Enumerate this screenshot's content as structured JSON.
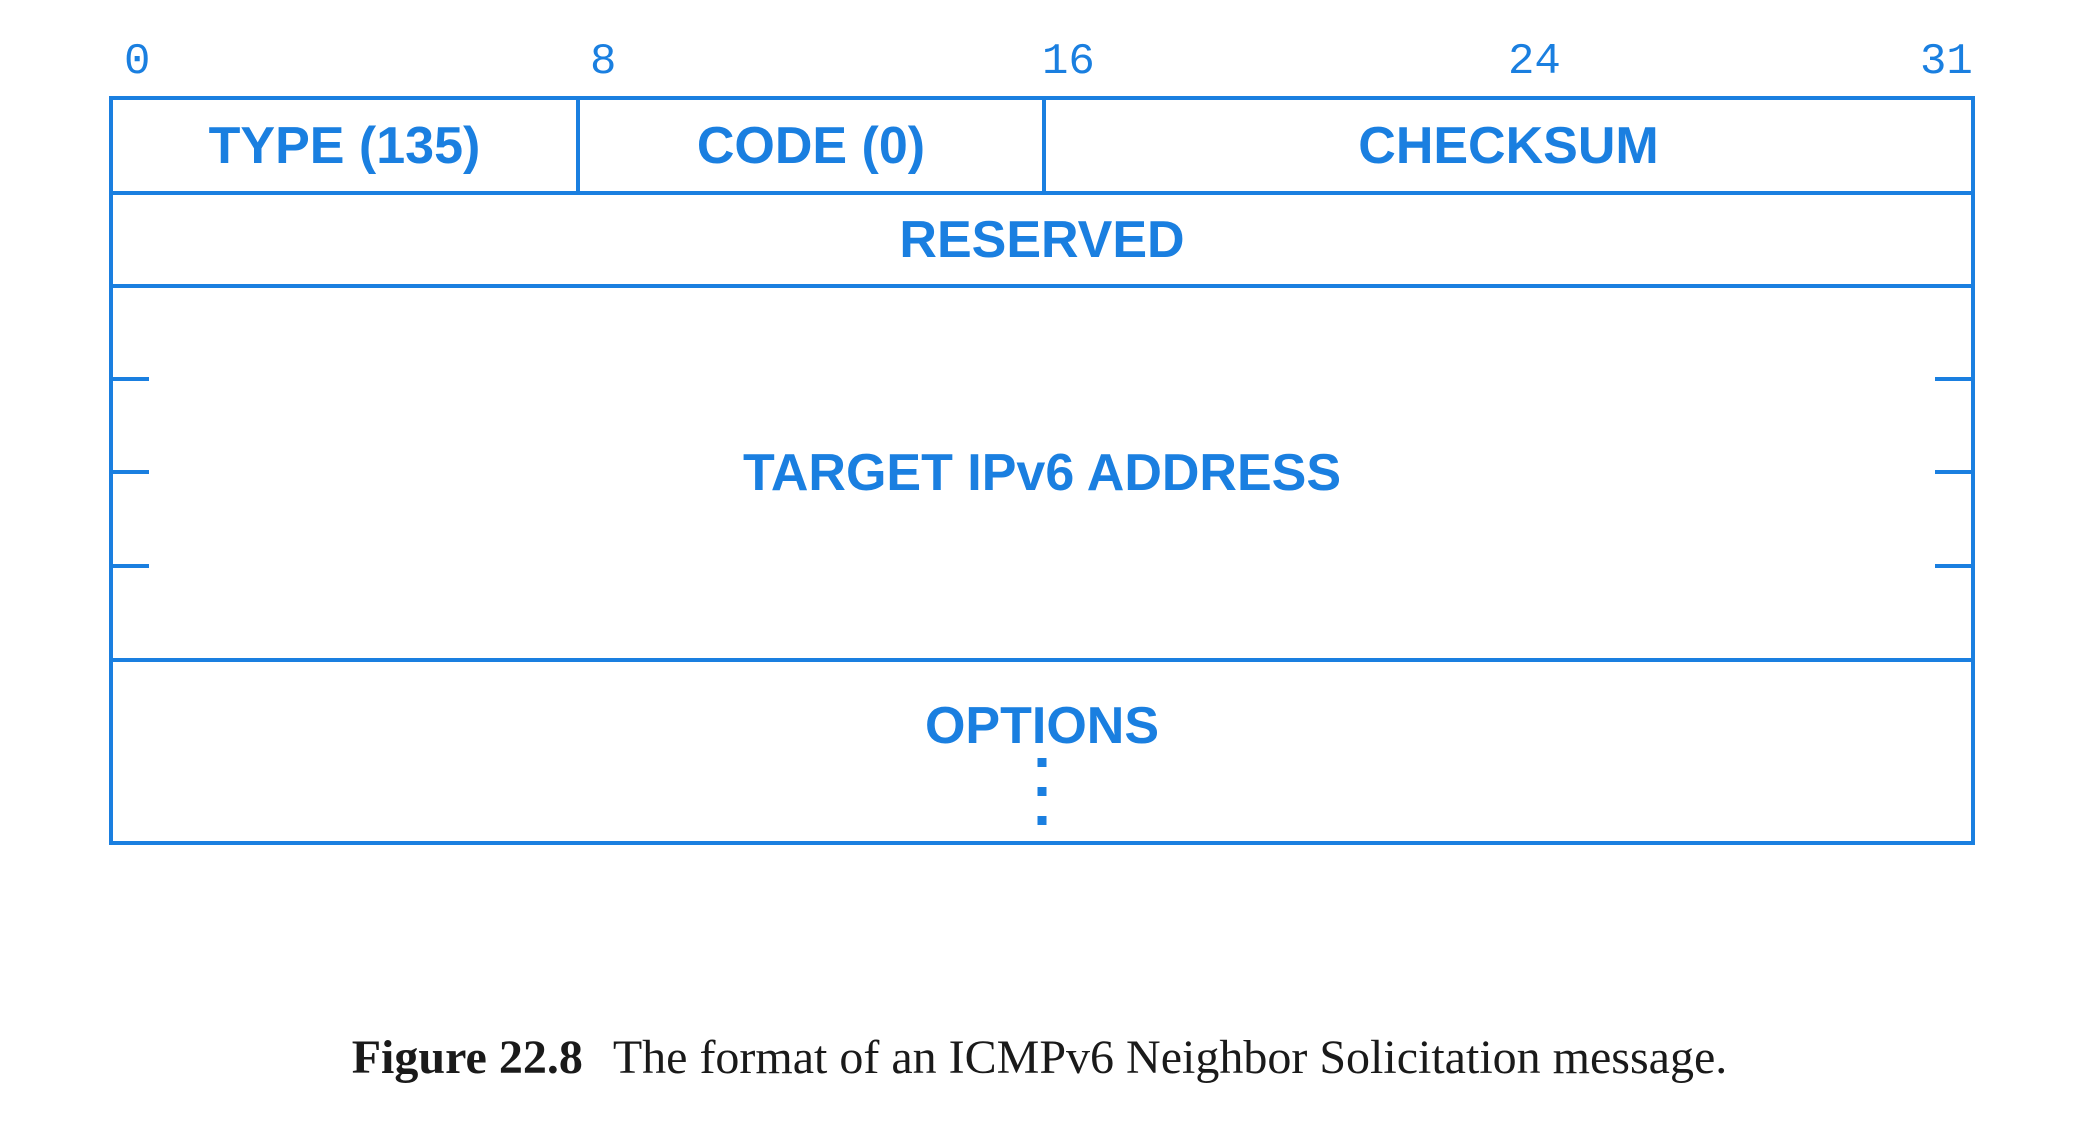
{
  "bit_positions": [
    "0",
    "8",
    "16",
    "24",
    "31"
  ],
  "fields": {
    "type": "TYPE (135)",
    "code": "CODE (0)",
    "checksum": "CHECKSUM",
    "reserved": "RESERVED",
    "target": "TARGET IPv6 ADDRESS",
    "options": "OPTIONS"
  },
  "caption": {
    "figure_number": "Figure 22.8",
    "text": "The format of an ICMPv6 Neighbor Solicitation message."
  },
  "colors": {
    "diagram": "#1a7fe0",
    "caption": "#1a1a1a"
  }
}
